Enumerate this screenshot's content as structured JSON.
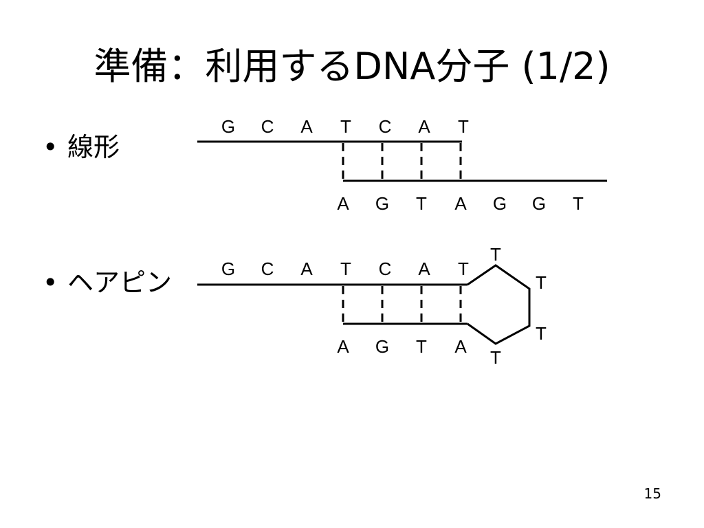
{
  "title": "準備：利用するDNA分子 (1/2)",
  "bullets": {
    "marker": "•",
    "linear": "線形",
    "hairpin": "ヘアピン"
  },
  "linear": {
    "top_strand": [
      "G",
      "C",
      "A",
      "T",
      "C",
      "A",
      "T"
    ],
    "bottom_strand": [
      "A",
      "G",
      "T",
      "A",
      "G",
      "G",
      "T"
    ],
    "paired_count": 4
  },
  "hairpin": {
    "top_strand": [
      "G",
      "C",
      "A",
      "T",
      "C",
      "A",
      "T"
    ],
    "bottom_strand": [
      "A",
      "G",
      "T",
      "A"
    ],
    "loop": [
      "T",
      "T",
      "T",
      "T"
    ],
    "paired_count": 4
  },
  "page_number": "15"
}
